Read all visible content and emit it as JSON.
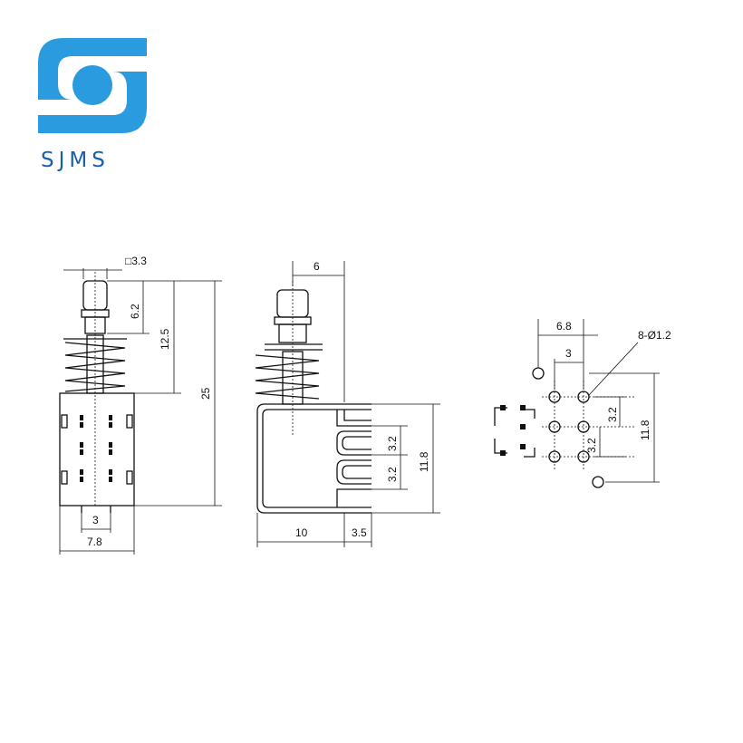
{
  "brand": {
    "name": "SJMS",
    "logo_color": "#2b9be0",
    "text_color": "#1a5fa8"
  },
  "front_view": {
    "dims": {
      "shaft_square": "□3.3",
      "shaft_height": "6.2",
      "shaft_to_body": "12.5",
      "total_height": "25",
      "pin_spacing": "3",
      "body_width": "7.8"
    }
  },
  "side_view": {
    "dims": {
      "shaft_offset": "6",
      "pin_pitch_1": "3.2",
      "pin_pitch_2": "3.2",
      "pin_span": "11.8",
      "body_depth": "10",
      "pin_bend": "3.5"
    }
  },
  "footprint": {
    "dims": {
      "width": "6.8",
      "column_spacing": "3",
      "hole_spec": "8-Ø1.2",
      "row_pitch_1": "3.2",
      "row_pitch_2": "3.2",
      "height": "11.8"
    }
  }
}
